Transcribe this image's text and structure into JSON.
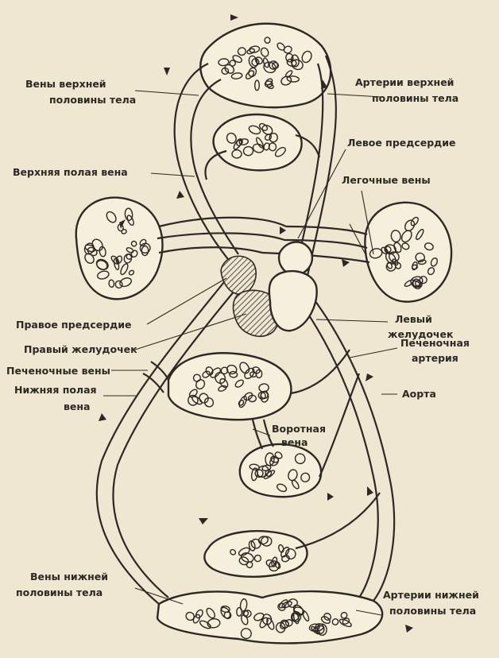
{
  "labels": {
    "upper_veins_1": "Вены верхней",
    "upper_veins_2": "половины тела",
    "upper_arteries_1": "Артерии верхней",
    "upper_arteries_2": "половины тела",
    "left_atrium": "Левое предсердие",
    "superior_vena_cava": "Верхняя полая вена",
    "pulmonary_veins": "Легочные вены",
    "right_atrium": "Правое предсердие",
    "left_ventricle_1": "Левый",
    "left_ventricle_2": "желудочек",
    "right_ventricle": "Правый желудочек",
    "hepatic_veins": "Печеночные вены",
    "hepatic_artery_1": "Печеночная",
    "hepatic_artery_2": "артерия",
    "inferior_vena_cava_1": "Нижняя полая",
    "inferior_vena_cava_2": "вена",
    "aorta": "Аорта",
    "portal_vein_1": "Воротная",
    "portal_vein_2": "вена",
    "lower_veins_1": "Вены нижней",
    "lower_veins_2": "половины тела",
    "lower_arteries_1": "Артерии нижней",
    "lower_arteries_2": "половины тела"
  },
  "colors": {
    "paper": "#efe7d2",
    "ink": "#2c2823"
  }
}
